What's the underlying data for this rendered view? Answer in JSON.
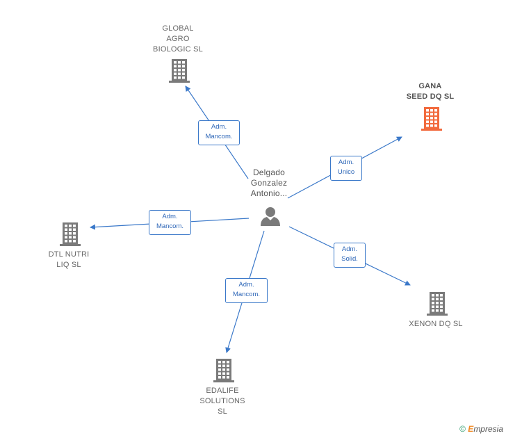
{
  "diagram": {
    "center": {
      "name": "Delgado\nGonzalez\nAntonio..."
    },
    "companies": [
      {
        "id": "global",
        "name": "GLOBAL\nAGRO\nBIOLOGIC  SL",
        "color": "#7a7a7a"
      },
      {
        "id": "gana",
        "name": "GANA\nSEED DQ  SL",
        "color": "#f26a3d"
      },
      {
        "id": "dtl",
        "name": "DTL NUTRI\nLIQ  SL",
        "color": "#7a7a7a"
      },
      {
        "id": "xenon",
        "name": "XENON DQ  SL",
        "color": "#7a7a7a"
      },
      {
        "id": "edalife",
        "name": "EDALIFE\nSOLUTIONS\nSL",
        "color": "#7a7a7a"
      }
    ],
    "relations": [
      {
        "to": "global",
        "label": "Adm.\nMancom."
      },
      {
        "to": "gana",
        "label": "Adm.\nUnico"
      },
      {
        "to": "dtl",
        "label": "Adm.\nMancom."
      },
      {
        "to": "xenon",
        "label": "Adm.\nSolid."
      },
      {
        "to": "edalife",
        "label": "Adm.\nMancom."
      }
    ]
  },
  "colors": {
    "edge": "#3a78c9",
    "person": "#7a7a7a"
  },
  "footer": {
    "copyright": "©",
    "brand_initial": "E",
    "brand_rest": "mpresia"
  }
}
